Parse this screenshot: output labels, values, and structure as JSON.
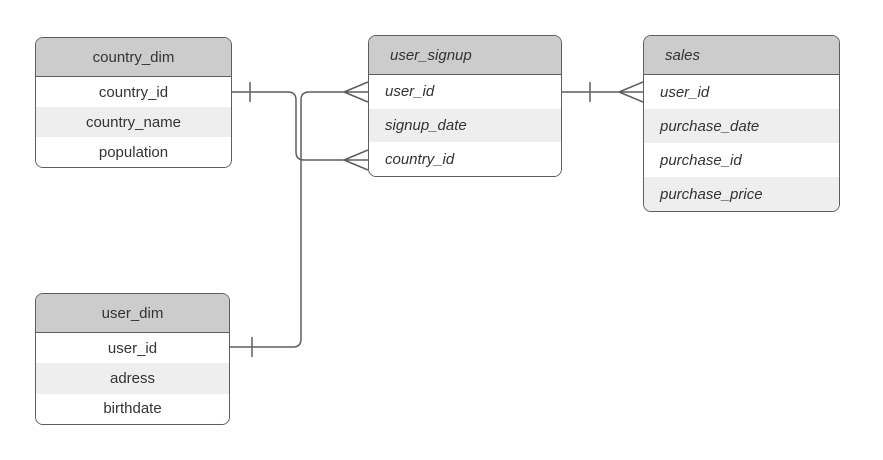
{
  "diagram": {
    "tables": [
      {
        "id": "country_dim",
        "title": "country_dim",
        "text_style": "plain",
        "fields": [
          "country_id",
          "country_name",
          "population"
        ]
      },
      {
        "id": "user_signup",
        "title": "user_signup",
        "text_style": "italic",
        "fields": [
          "user_id",
          "signup_date",
          "country_id"
        ]
      },
      {
        "id": "sales",
        "title": "sales",
        "text_style": "italic",
        "fields": [
          "user_id",
          "purchase_date",
          "purchase_id",
          "purchase_price"
        ]
      },
      {
        "id": "user_dim",
        "title": "user_dim",
        "text_style": "plain",
        "fields": [
          "user_id",
          "adress",
          "birthdate"
        ]
      }
    ],
    "relationships": [
      {
        "from": "country_dim.country_id",
        "from_cardinality": "one",
        "to": "user_signup.country_id",
        "to_cardinality": "many"
      },
      {
        "from": "user_dim.user_id",
        "from_cardinality": "one",
        "to": "user_signup.user_id",
        "to_cardinality": "many"
      },
      {
        "from": "user_signup.user_id",
        "from_cardinality": "one",
        "to": "sales.user_id",
        "to_cardinality": "many"
      }
    ],
    "palette": {
      "header_bg": "#cccccc",
      "row_bg": "#ffffff",
      "row_alt_bg": "#eeeeee",
      "border": "#5e5e5e",
      "line": "#5e5e5e",
      "text": "#333333",
      "canvas_bg": "#ffffff"
    }
  }
}
